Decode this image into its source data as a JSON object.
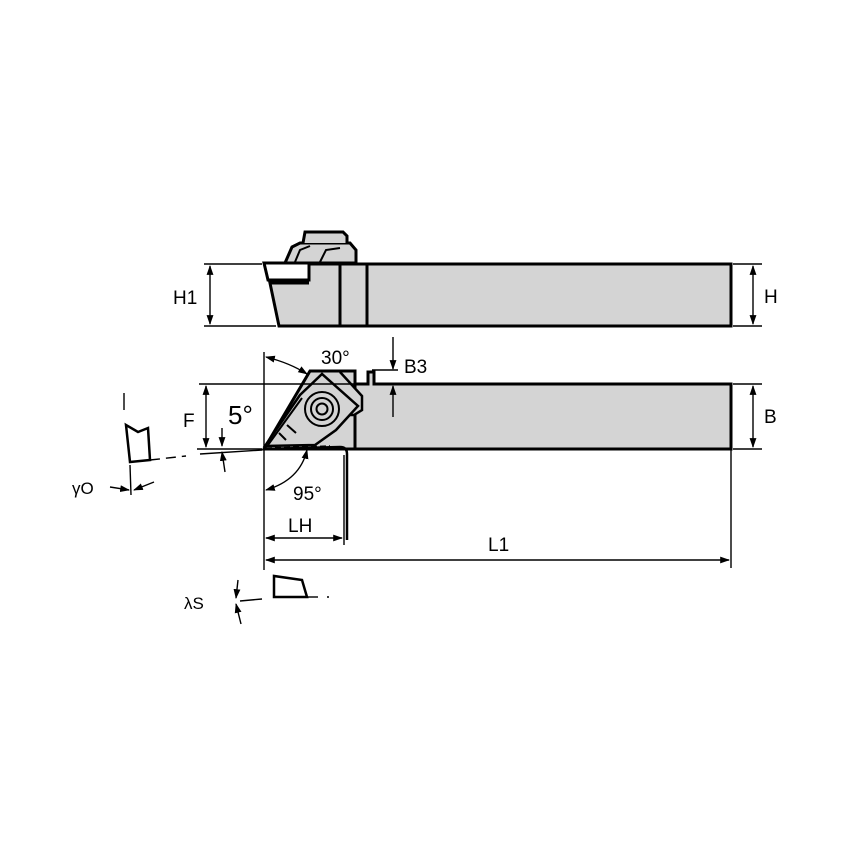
{
  "diagram": {
    "title": "Turning tool holder dimensional drawing",
    "colors": {
      "body_fill": "#d4d4d4",
      "line": "#000000",
      "background": "#ffffff"
    },
    "side_view": {
      "labels": {
        "h1": "H1",
        "h": "H"
      }
    },
    "top_view": {
      "labels": {
        "angle_30": "30°",
        "b3": "B3",
        "f": "F",
        "angle_5": "5°",
        "b": "B",
        "angle_95": "95°",
        "lh": "LH",
        "l1": "L1"
      }
    },
    "angle_details": {
      "gamma_o": "γO",
      "lambda_s": "λS"
    }
  }
}
